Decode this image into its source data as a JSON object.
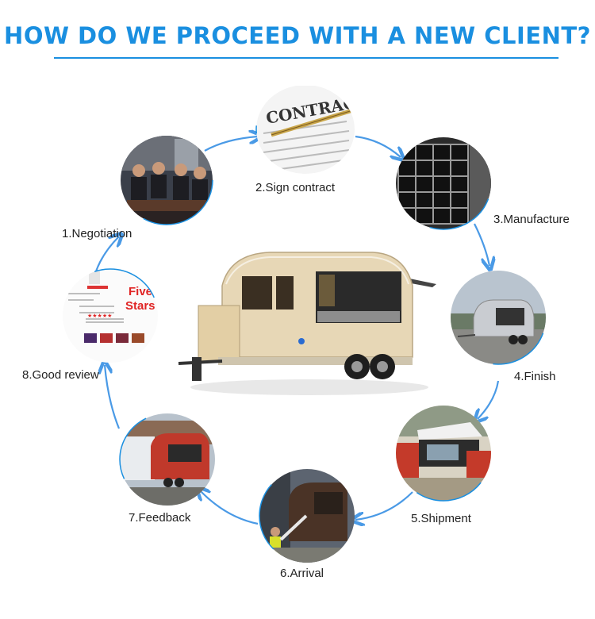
{
  "header": {
    "title": "HOW DO WE PROCEED WITH A NEW CLIENT?"
  },
  "colors": {
    "accent": "#1a8fe0",
    "arrow": "#4a9ae6"
  },
  "steps": [
    {
      "label": "1.Negotiation"
    },
    {
      "label": "2.Sign contract"
    },
    {
      "label": "3.Manufacture"
    },
    {
      "label": "4.Finish"
    },
    {
      "label": "5.Shipment"
    },
    {
      "label": "6.Arrival"
    },
    {
      "label": "7.Feedback"
    },
    {
      "label": "8.Good review"
    }
  ],
  "contract_photo": {
    "text": "CONTRACT"
  },
  "review_photo": {
    "five": "Five",
    "stars": "Stars",
    "rating": "★★★★★"
  }
}
